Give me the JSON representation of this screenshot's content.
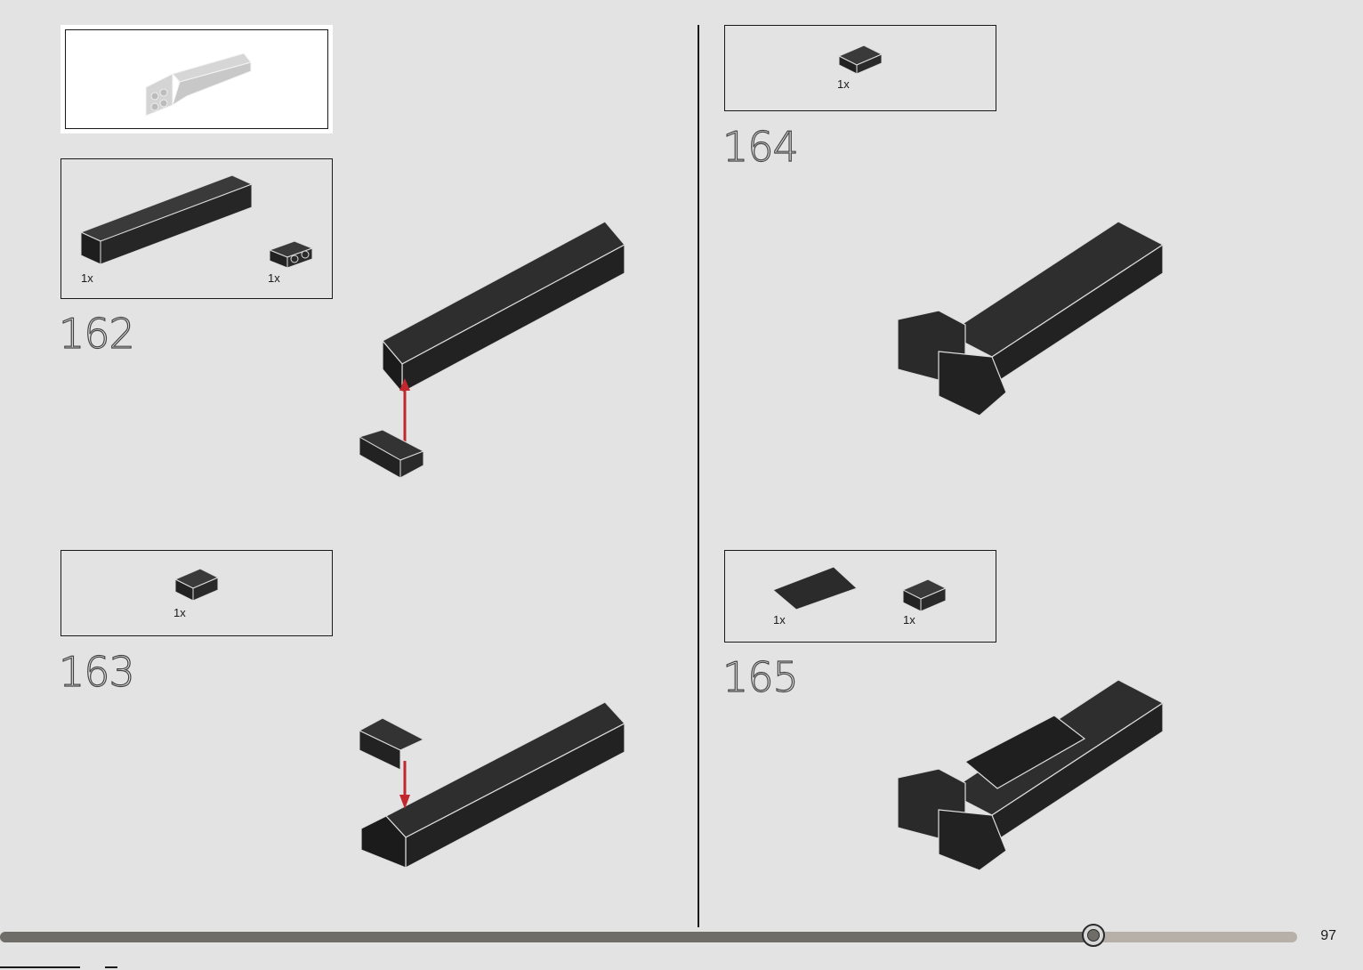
{
  "steps": [
    {
      "number": "162",
      "parts": [
        {
          "qty": "1x",
          "part": "brick-2x10"
        },
        {
          "qty": "1x",
          "part": "bracket-1x2"
        }
      ]
    },
    {
      "number": "163",
      "parts": [
        {
          "qty": "1x",
          "part": "bracket-1x2"
        }
      ]
    },
    {
      "number": "164",
      "parts": [
        {
          "qty": "1x",
          "part": "bracket-1x2"
        }
      ]
    },
    {
      "number": "165",
      "parts": [
        {
          "qty": "1x",
          "part": "tile-2x4"
        },
        {
          "qty": "1x",
          "part": "bracket-1x2"
        }
      ]
    }
  ],
  "progress": {
    "fraction": 0.843
  },
  "page_number": "97",
  "colors": {
    "background": "#e3e3e3",
    "brick": "#2b2b2b",
    "arrow": "#c1272d",
    "progress_fill": "#6f6d68",
    "progress_track": "#b6b0a8"
  }
}
